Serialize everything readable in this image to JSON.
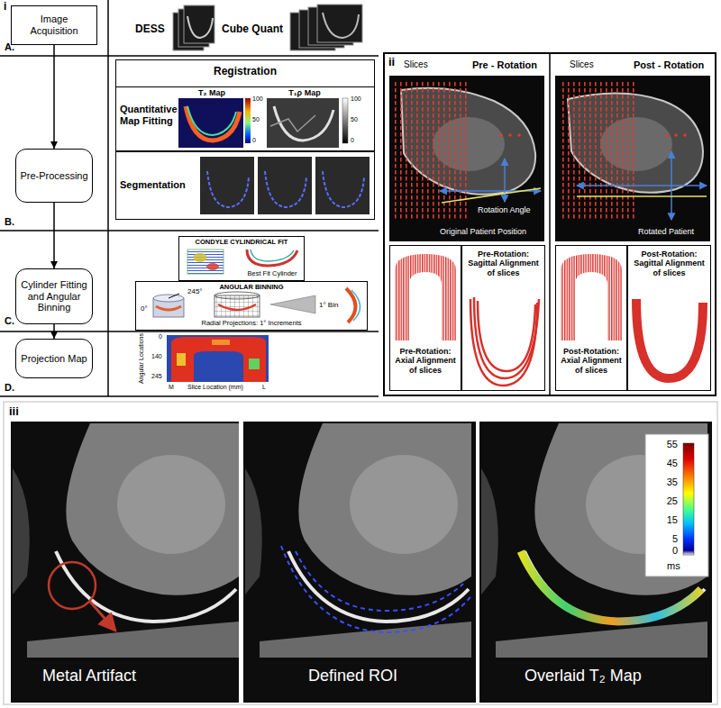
{
  "diagram": {
    "nodes": [
      {
        "text": [
          "Image Acquisition"
        ]
      },
      {
        "text": [
          "Pre-Processing"
        ]
      },
      {
        "text": [
          "Cylinder Fitting and Angular Binning"
        ]
      },
      {
        "text": [
          "Projection Map"
        ]
      },
      {
        "text": [
          "Registration"
        ]
      },
      {
        "text": [
          "Quantitative Map Fitting",
          "T₂ Map",
          "T₁ρ Map"
        ],
        "in": 4
      },
      {
        "text": [
          "Segmentation"
        ],
        "in": 4
      },
      {
        "text": [
          "CONDYLE CYLINDRICAL FIT",
          "Best Fit Cylinder"
        ]
      },
      {
        "text": [
          "ANGULAR BINNING",
          "Radial Projections: 1° Increments"
        ]
      },
      {
        "text": [
          "ii"
        ]
      },
      {
        "text": [
          "Pre - Rotation"
        ],
        "in": 9
      },
      {
        "text": [
          "Pre-Rotation: Axial Alignment of slices"
        ],
        "in": 10
      },
      {
        "text": [
          "Pre-Rotation: Sagittal Alignment of slices"
        ],
        "in": 10
      },
      {
        "text": [
          "Post - Rotation"
        ],
        "in": 9
      },
      {
        "text": [
          "Post-Rotation: Axial Alignment of slices"
        ],
        "in": 13
      },
      {
        "text": [
          "Post-Rotation: Sagittal Alignment of slices"
        ],
        "in": 13
      }
    ],
    "edges": [
      {
        "from": 0,
        "to": 1,
        "arrow": "to"
      },
      {
        "from": 1,
        "to": 2,
        "arrow": "to"
      },
      {
        "from": 2,
        "to": 3,
        "arrow": "to"
      }
    ],
    "labels": [
      "i",
      "A.",
      "DESS",
      "Cube Quant",
      "B.",
      "100",
      "50",
      "0",
      "100",
      "50",
      "0",
      "C.",
      "0°",
      "245°",
      "1° Bin",
      "D.",
      "0",
      "140",
      "245",
      "Angular Locations",
      "M",
      "L",
      "Slice Location (mm)",
      "Slices",
      "Rotation Angle",
      "Original Patient Position",
      "Slices",
      "Rotated Patient",
      "iii",
      "Metal Artifact",
      "Defined ROI",
      "Overlaid T₂ Map",
      "55",
      "45",
      "35",
      "25",
      "15",
      "5",
      "0",
      "ms"
    ]
  }
}
